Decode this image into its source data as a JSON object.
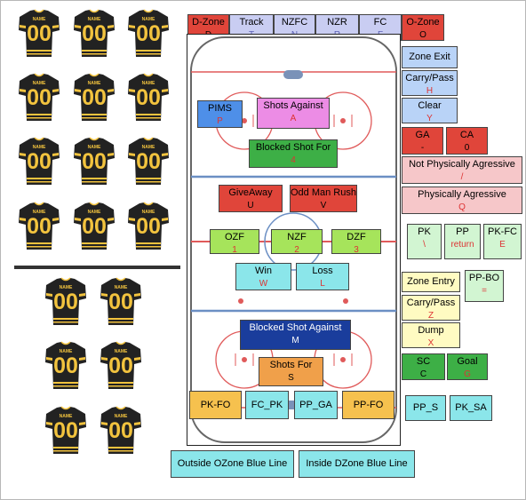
{
  "colors": {
    "red": "#e0453a",
    "lavender": "#c9cdf2",
    "blue": "#b9d3f7",
    "pink": "#f6c7c9",
    "green": "#3daf46",
    "lime": "#a6e45b",
    "cyan": "#8be6ea",
    "gold": "#f6c14e",
    "yellow": "#fffbc2",
    "mint": "#d2f5d2",
    "magenta": "#ec8ce5",
    "navy": "#1a3d9c",
    "orange": "#f0a04a",
    "jersey_body": "#222222",
    "jersey_gold": "#f2c33e"
  },
  "jersey": {
    "name_label": "NAME",
    "number": "00"
  },
  "top_zones": [
    {
      "label": "D-Zone",
      "key": "D"
    },
    {
      "label": "Track",
      "key": "T"
    },
    {
      "label": "NZFC",
      "key": "N"
    },
    {
      "label": "NZR",
      "key": "R"
    },
    {
      "label": "FC",
      "key": "F"
    },
    {
      "label": "O-Zone",
      "key": "O"
    }
  ],
  "rink_buttons": {
    "pims": {
      "label": "PIMS",
      "key": "P"
    },
    "shots_against": {
      "label": "Shots Against",
      "key": "A"
    },
    "blocked_shot_for": {
      "label": "Blocked Shot For",
      "key": "4"
    },
    "giveaway": {
      "label": "GiveAway",
      "key": "U"
    },
    "odd_man_rush": {
      "label": "Odd Man Rush",
      "key": "V"
    },
    "ozf": {
      "label": "OZF",
      "key": "1"
    },
    "nzf": {
      "label": "NZF",
      "key": "2"
    },
    "dzf": {
      "label": "DZF",
      "key": "3"
    },
    "win": {
      "label": "Win",
      "key": "W"
    },
    "loss": {
      "label": "Loss",
      "key": "L"
    },
    "blocked_shot_against": {
      "label": "Blocked Shot Against",
      "key": "M"
    },
    "shots_for": {
      "label": "Shots For",
      "key": "S"
    },
    "pk_fo": {
      "label": "PK-FO"
    },
    "fc_pk": {
      "label": "FC_PK"
    },
    "pp_ga": {
      "label": "PP_GA"
    },
    "pp_fo": {
      "label": "PP-FO"
    }
  },
  "side": {
    "zone_exit": {
      "label": "Zone Exit"
    },
    "carry_pass_h": {
      "label": "Carry/Pass",
      "key": "H"
    },
    "clear": {
      "label": "Clear",
      "key": "Y"
    },
    "ga": {
      "label": "GA",
      "key": "-"
    },
    "ca": {
      "label": "CA",
      "key": "0"
    },
    "not_phys": {
      "label": "Not Physically Agressive",
      "key": "/"
    },
    "phys": {
      "label": "Physically Agressive",
      "key": "Q"
    },
    "pk": {
      "label": "PK",
      "key": "\\"
    },
    "pp": {
      "label": "PP",
      "key": "return"
    },
    "pk_fc": {
      "label": "PK-FC",
      "key": "E"
    },
    "zone_entry": {
      "label": "Zone Entry"
    },
    "pp_bo": {
      "label": "PP-BO",
      "key": "="
    },
    "carry_pass_z": {
      "label": "Carry/Pass",
      "key": "Z"
    },
    "dump": {
      "label": "Dump",
      "key": "X"
    },
    "sc": {
      "label": "SC",
      "key": "C"
    },
    "goal": {
      "label": "Goal",
      "key": "G"
    },
    "pp_s": {
      "label": "PP_S"
    },
    "pk_sa": {
      "label": "PK_SA"
    }
  },
  "bottom": {
    "outside_ozone": {
      "label": "Outside OZone Blue Line"
    },
    "inside_dzone": {
      "label": "Inside DZone Blue Line"
    }
  }
}
